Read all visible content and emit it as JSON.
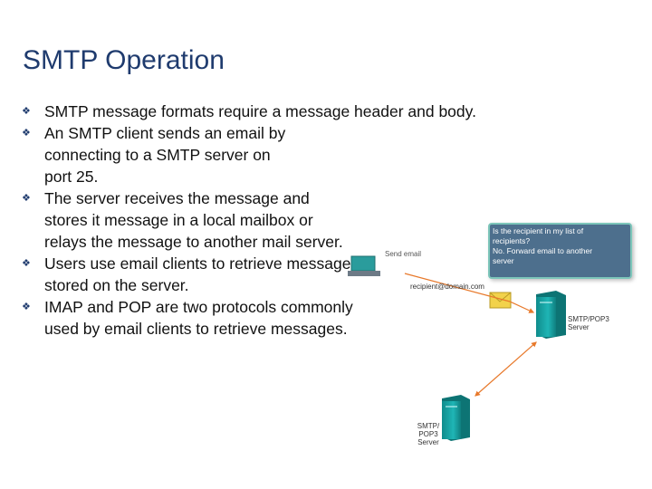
{
  "title": "SMTP Operation",
  "bullets": [
    "SMTP message formats require a message header and body.",
    "An SMTP client sends an email by\nconnecting to a SMTP server on\nport 25.",
    "The server receives the message and\nstores it message in a local mailbox or\nrelays the message to another mail server.",
    "Users use email clients to retrieve messages\nstored on the server.",
    "IMAP and POP are two protocols commonly\nused by email clients to retrieve messages."
  ],
  "bullet_glyph": "❖",
  "diagram": {
    "callout": "Is the recipient in my list of\nrecipients?\nNo. Forward email to another\nserver",
    "send_label": "Send email",
    "recipient": "recipient@domain.com",
    "server1_label": "SMTP/POP3\nServer",
    "server2_label": "SMTP/\nPOP3\nServer",
    "colors": {
      "accent_arrow": "#e8792b",
      "server": "#1aa6a6",
      "envelope": "#f2d24b",
      "callout_bg": "#4d6f8d",
      "callout_border": "#7dc6ba"
    }
  }
}
